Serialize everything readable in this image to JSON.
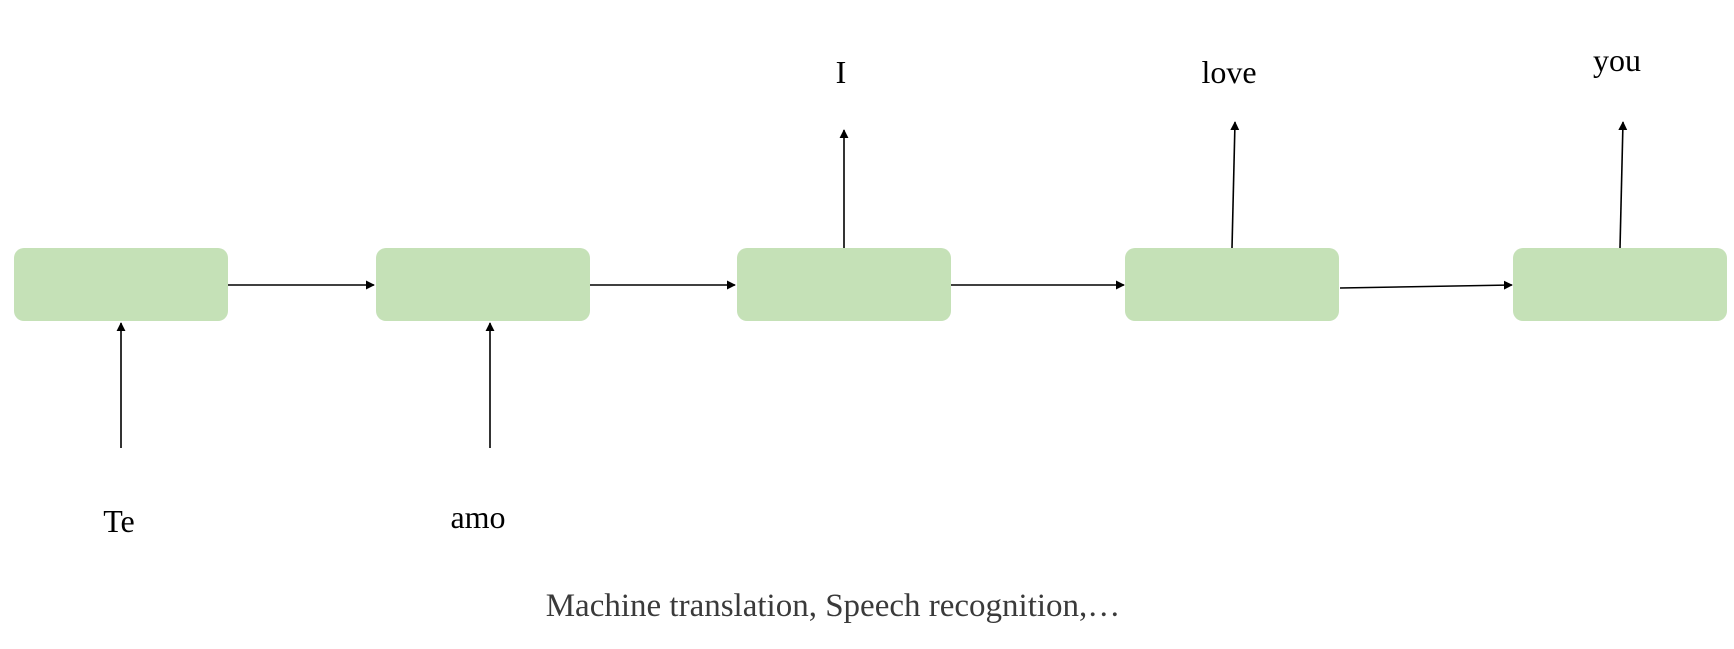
{
  "diagram": {
    "inputs": {
      "te": "Te",
      "amo": "amo"
    },
    "outputs": {
      "i": "I",
      "love": "love",
      "you": "you"
    },
    "caption": "Machine translation, Speech recognition,…"
  },
  "colors": {
    "cell_fill": "#c5e1b7",
    "arrow": "#000000",
    "caption_text": "#3a3a3a"
  }
}
